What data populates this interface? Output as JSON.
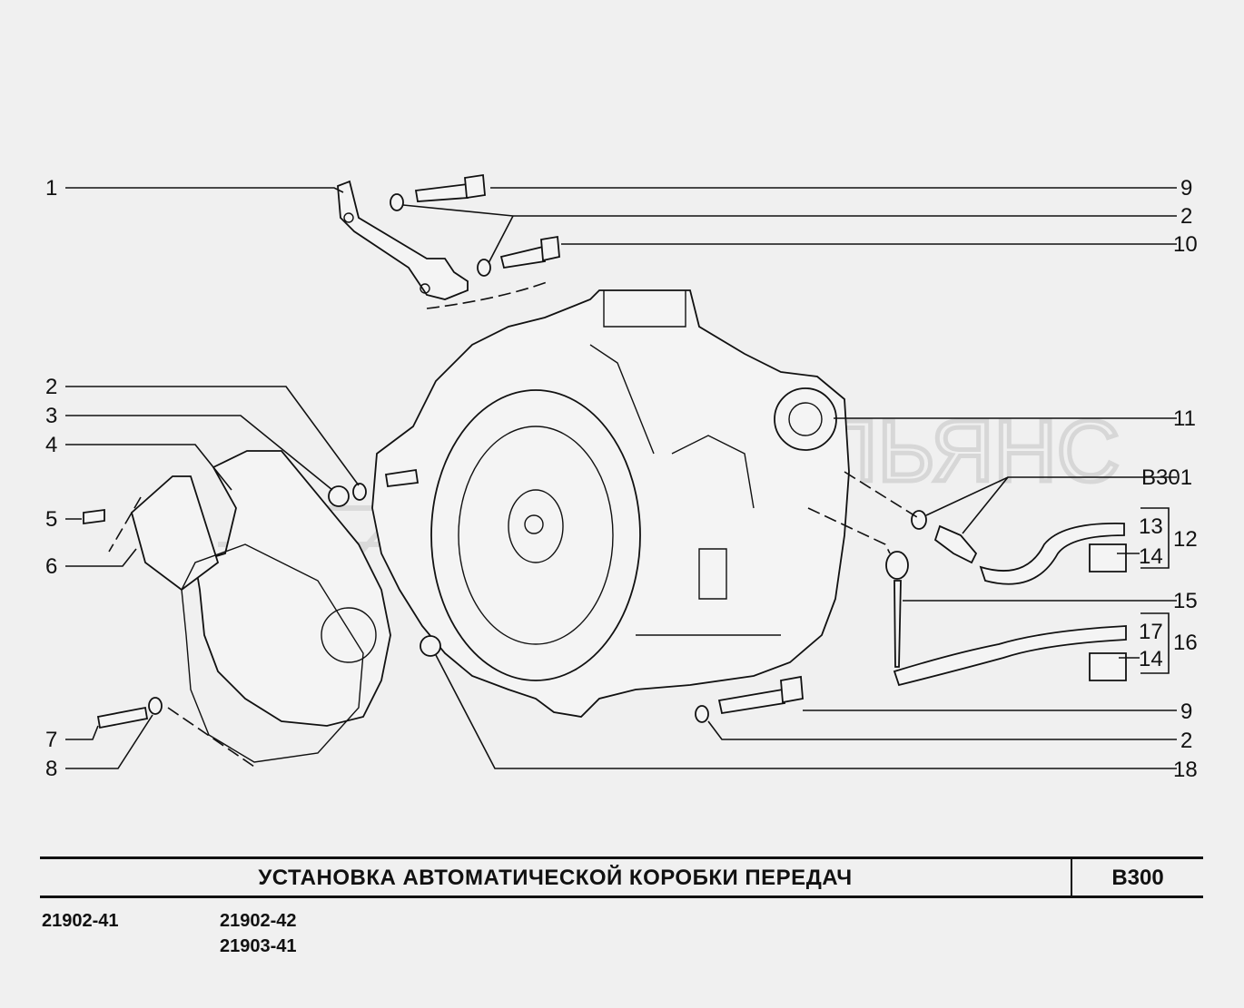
{
  "title": "УСТАНОВКА АВТОМАТИЧЕСКОЙ КОРОБКИ ПЕРЕДАЧ",
  "sheet_code": "B300",
  "models": {
    "left": "21902-41",
    "right_1": "21902-42",
    "right_2": "21903-41"
  },
  "watermark": "АВТО АЛЬЯНС",
  "callouts": {
    "c1": "1",
    "c2a": "2",
    "c3": "3",
    "c4": "4",
    "c5": "5",
    "c6": "6",
    "c7": "7",
    "c8": "8",
    "c9a": "9",
    "c2b": "2",
    "c10": "10",
    "c11": "11",
    "cB301": "B301",
    "c13": "13",
    "c12": "12",
    "c14a": "14",
    "c15": "15",
    "c17": "17",
    "c16": "16",
    "c14b": "14",
    "c9b": "9",
    "c2c": "2",
    "c18": "18"
  }
}
